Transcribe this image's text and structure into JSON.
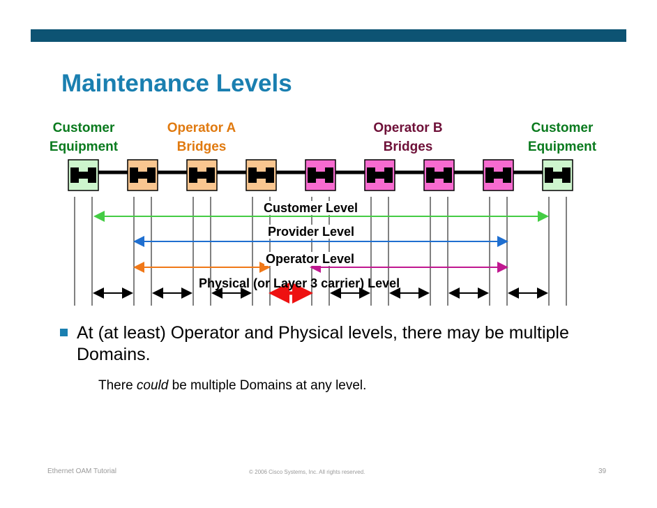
{
  "slide": {
    "title": "Maintenance Levels",
    "groups": [
      {
        "line1": "Customer",
        "line2": "Equipment",
        "color": "#0a7a1e"
      },
      {
        "line1": "Operator A",
        "line2": "Bridges",
        "color": "#e07a10"
      },
      {
        "line1": "Operator B",
        "line2": "Bridges",
        "color": "#6e1038"
      },
      {
        "line1": "Customer",
        "line2": "Equipment",
        "color": "#0a7a1e"
      }
    ],
    "devices": [
      {
        "kind": "customer",
        "color": "#cdf5cd"
      },
      {
        "kind": "operator-a",
        "color": "#f9c690"
      },
      {
        "kind": "operator-a",
        "color": "#f9c690"
      },
      {
        "kind": "operator-a",
        "color": "#f9c690"
      },
      {
        "kind": "operator-b",
        "color": "#f76bd0"
      },
      {
        "kind": "operator-b",
        "color": "#f76bd0"
      },
      {
        "kind": "operator-b",
        "color": "#f76bd0"
      },
      {
        "kind": "operator-b",
        "color": "#f76bd0"
      },
      {
        "kind": "customer",
        "color": "#cdf5cd"
      }
    ],
    "levels": [
      {
        "label": "Customer Level",
        "color": "#44cc44"
      },
      {
        "label": "Provider Level",
        "color": "#1f6fd0"
      },
      {
        "label": "Operator Level",
        "color_a": "#f07818",
        "color_b": "#c01890"
      },
      {
        "label": "Physical (or Layer 3 carrier) Level",
        "color": "#000000",
        "highlight_color": "#ee1111"
      }
    ],
    "bullet": "At (at least) Operator and Physical levels, there may be multiple Domains.",
    "sub_pre": "There ",
    "sub_em": "could",
    "sub_post": " be multiple Domains at any level.",
    "footer_left": "Ethernet OAM Tutorial",
    "footer_mid": "© 2006 Cisco Systems, Inc. All rights reserved.",
    "footer_right": "39",
    "bar_color": "#0d5373",
    "accent_color": "#1a7fb0"
  }
}
